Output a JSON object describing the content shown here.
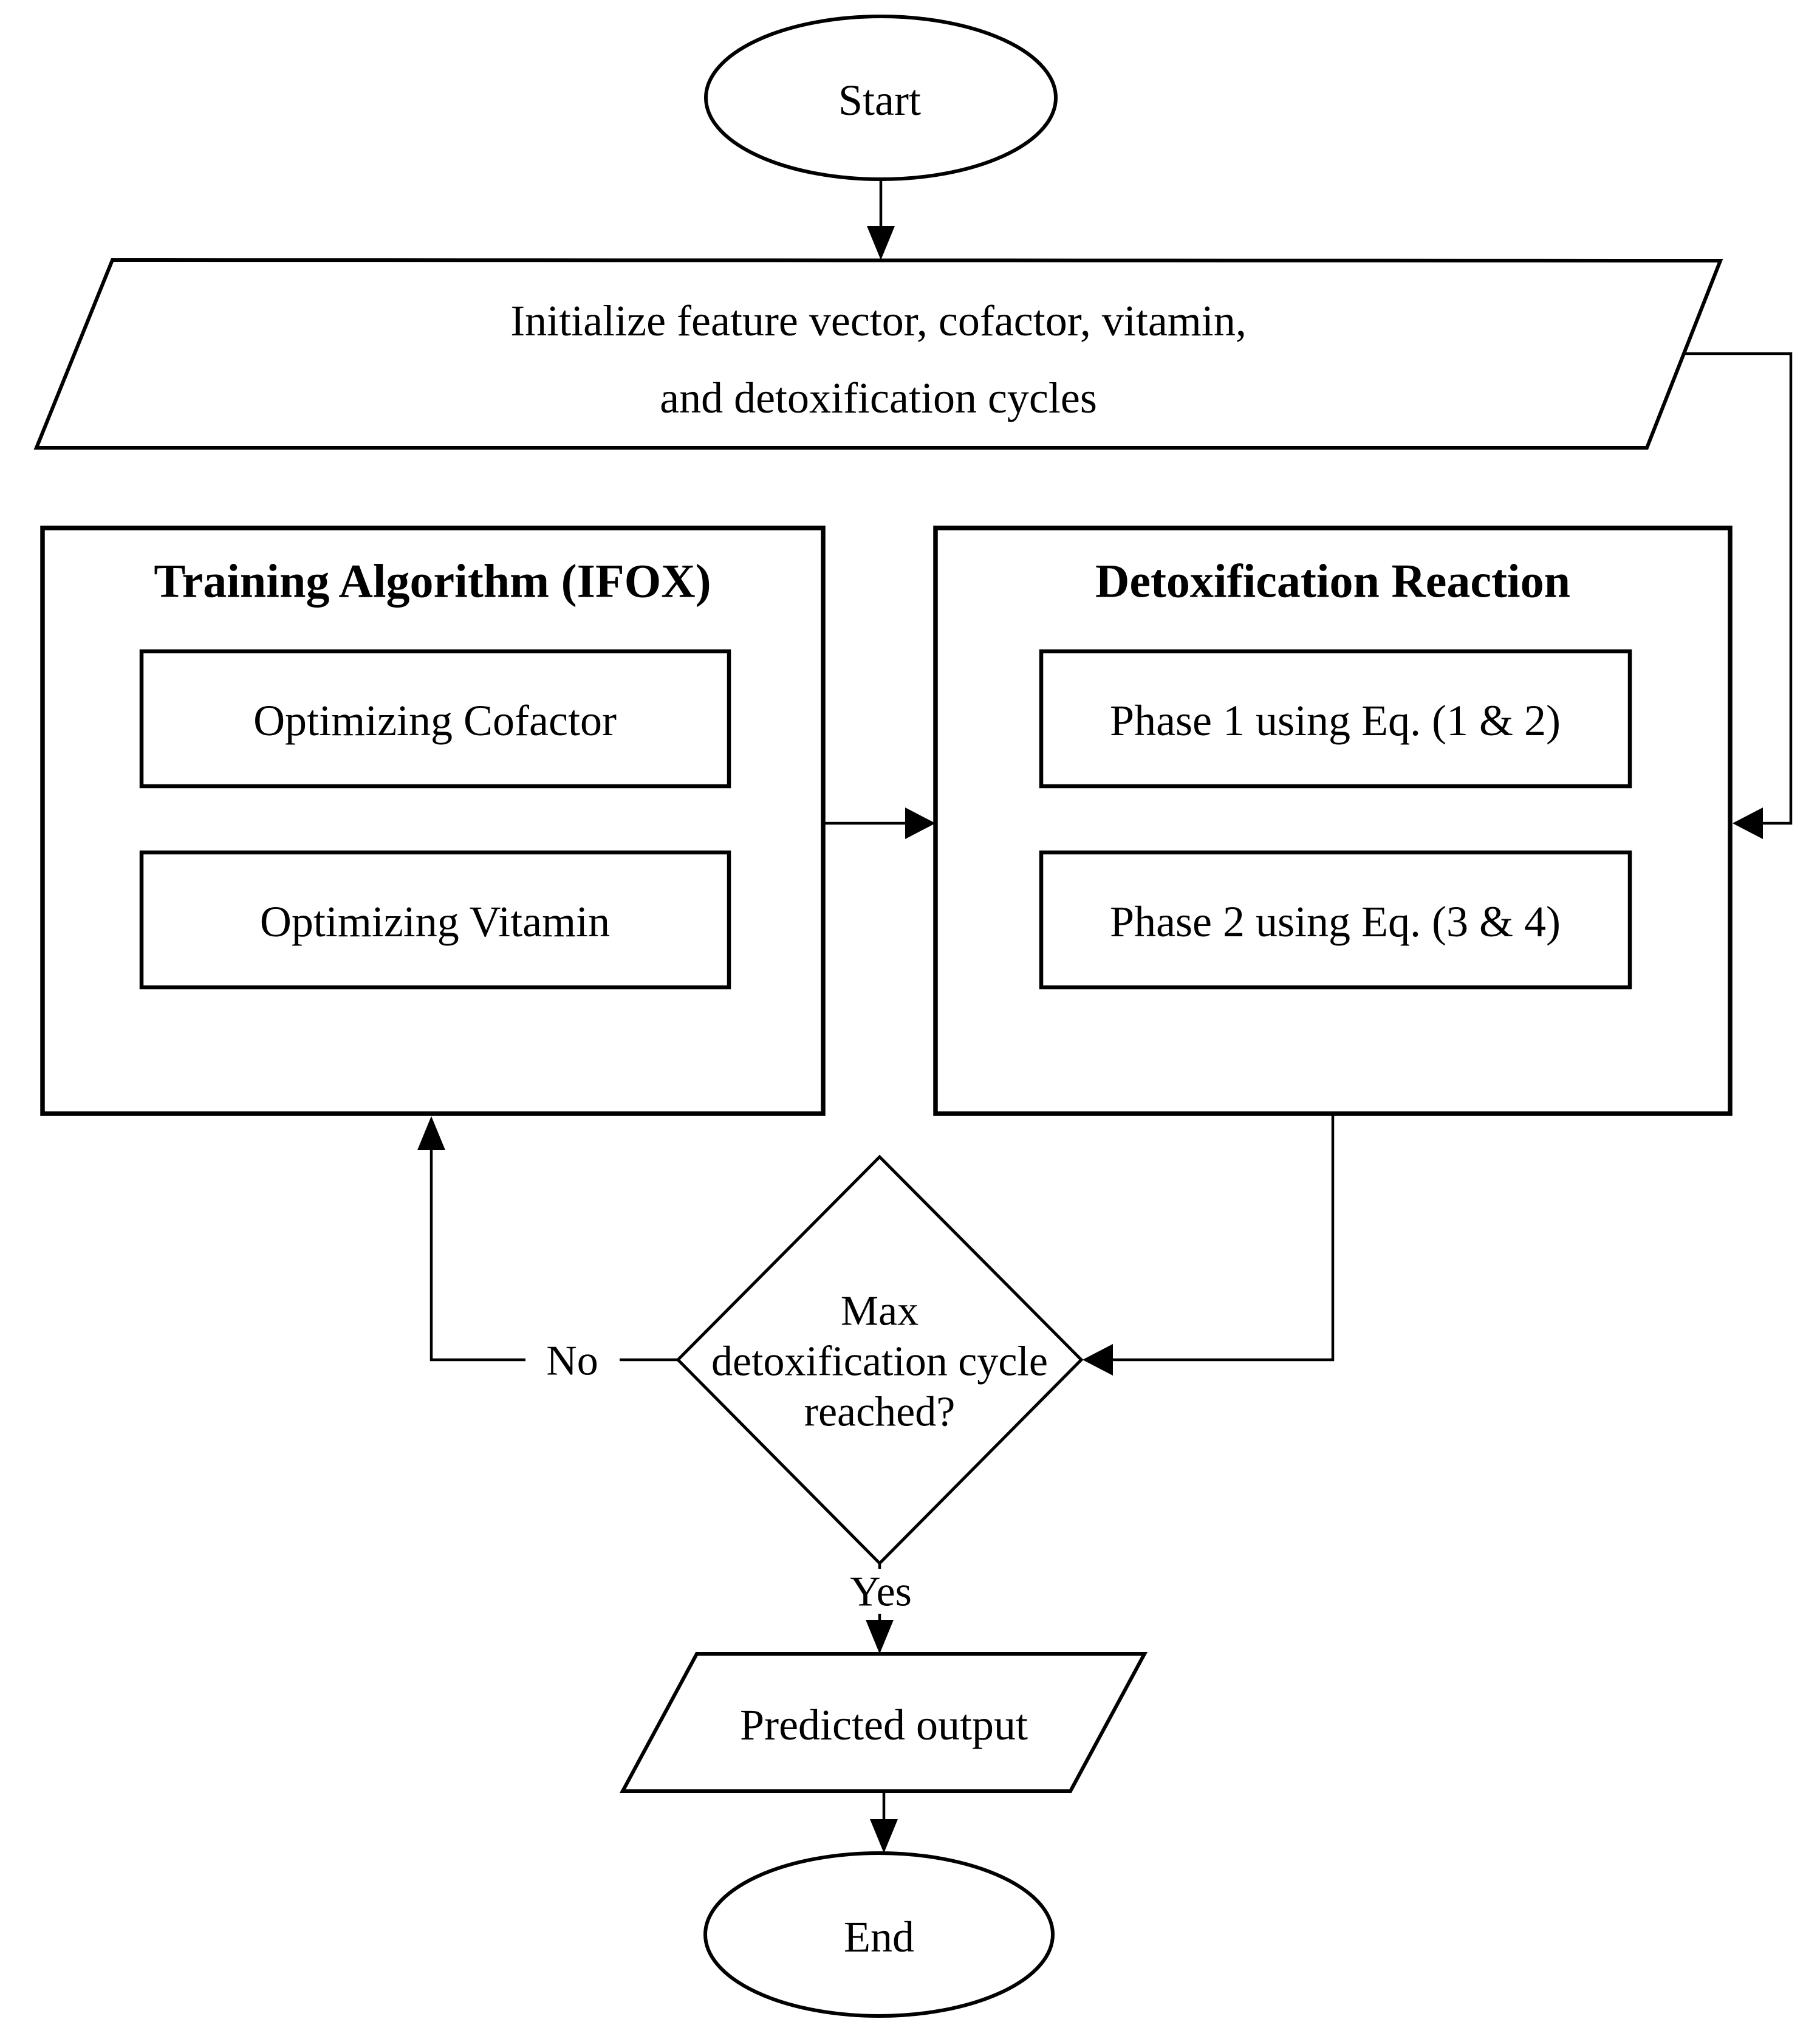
{
  "diagram": {
    "background": "#ffffff",
    "stroke_color": "#000000",
    "nodes": {
      "start": {
        "label": "Start"
      },
      "initialize": {
        "line1": "Initialize feature vector, cofactor, vitamin,",
        "line2": "and detoxification cycles"
      },
      "training": {
        "title": "Training Algorithm (IFOX)",
        "steps": [
          "Optimizing Cofactor",
          "Optimizing Vitamin"
        ]
      },
      "detox": {
        "title": "Detoxification Reaction",
        "steps": [
          "Phase 1 using Eq. (1 & 2)",
          "Phase 2 using Eq. (3 & 4)"
        ]
      },
      "decision": {
        "line1": "Max",
        "line2": "detoxification cycle",
        "line3": "reached?"
      },
      "output": {
        "label": "Predicted output"
      },
      "end": {
        "label": "End"
      }
    },
    "edge_labels": {
      "no": "No",
      "yes": "Yes"
    }
  }
}
